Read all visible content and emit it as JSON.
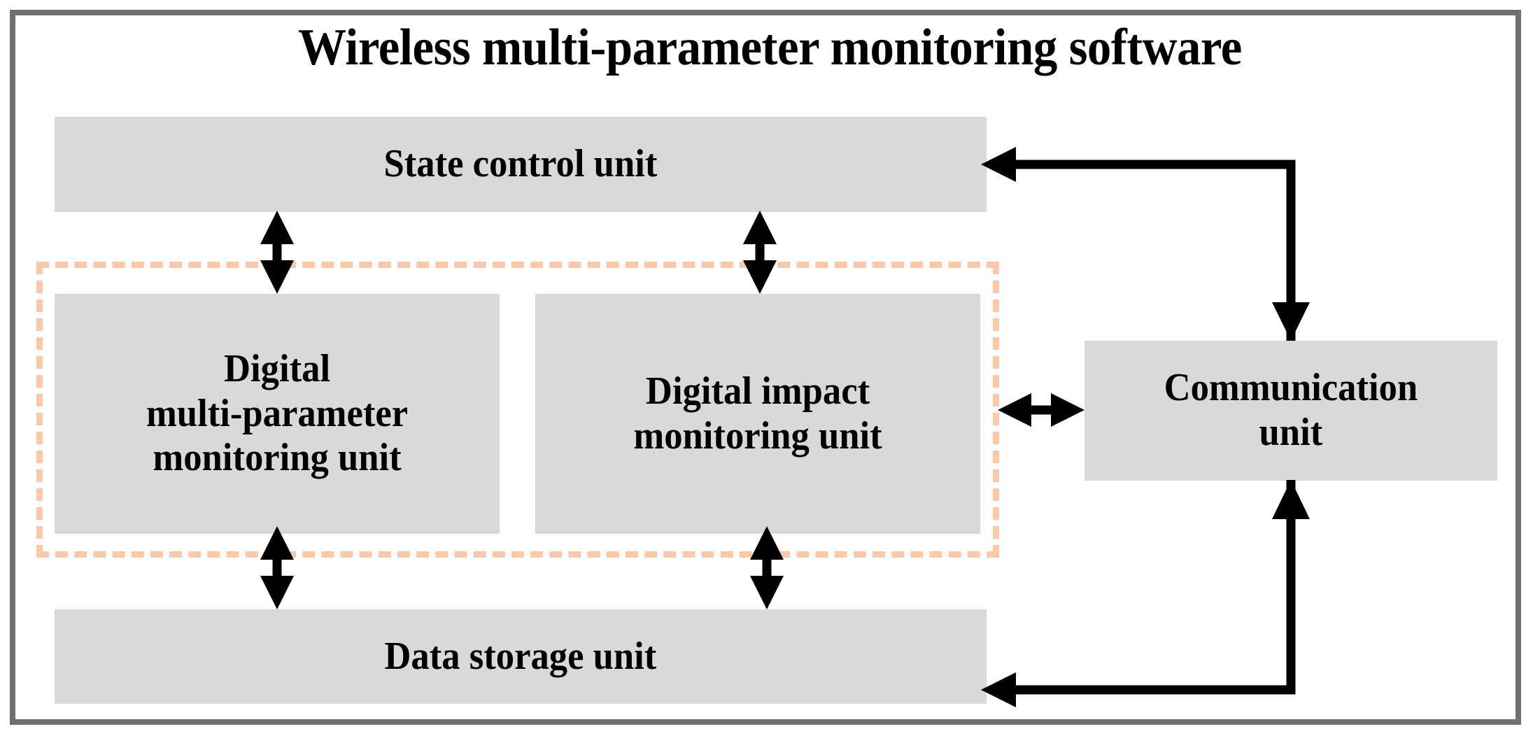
{
  "diagram": {
    "title": "Wireless multi-parameter monitoring software",
    "frame_color": "#736e6e",
    "box_fill_color": "#d9d9d9",
    "group_border_color": "#fbc9a8",
    "connector_color": "#000000",
    "nodes": [
      {
        "id": "state-control",
        "label": "State control unit"
      },
      {
        "id": "digital-multi",
        "label": "Digital\nmulti-parameter\nmonitoring unit"
      },
      {
        "id": "digital-impact",
        "label": "Digital impact\nmonitoring unit"
      },
      {
        "id": "communication",
        "label": "Communication\nunit"
      },
      {
        "id": "data-storage",
        "label": "Data storage unit"
      }
    ],
    "connections": [
      {
        "from": "state-control",
        "to": "digital-multi",
        "type": "bidirectional-vertical"
      },
      {
        "from": "state-control",
        "to": "digital-impact",
        "type": "bidirectional-vertical"
      },
      {
        "from": "digital-multi",
        "to": "data-storage",
        "type": "bidirectional-vertical"
      },
      {
        "from": "digital-impact",
        "to": "data-storage",
        "type": "bidirectional-vertical"
      },
      {
        "from": "digital-impact",
        "to": "communication",
        "type": "bidirectional-horizontal"
      },
      {
        "from": "communication",
        "to": "state-control",
        "type": "elbow-up-left"
      },
      {
        "from": "communication",
        "to": "data-storage",
        "type": "elbow-down-left"
      }
    ]
  }
}
